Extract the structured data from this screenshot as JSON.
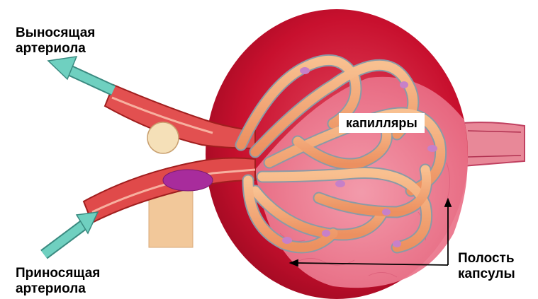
{
  "labels": {
    "efferent_line1": "Выносящая",
    "efferent_line2": "артериола",
    "afferent_line1": "Приносящая",
    "afferent_line2": "артериола",
    "capillaries": "капилляры",
    "capsule_line1": "Полость",
    "capsule_line2": "капсулы"
  },
  "colors": {
    "capsule_wall": "#c8102e",
    "capsule_cavity": "#e8607a",
    "capillary": "#f3a874",
    "capillary_edge": "#8b9aa6",
    "arteriole": "#e04a4a",
    "arrow": "#6fd0c0",
    "juxtaglomerular": "#a82c9c"
  }
}
